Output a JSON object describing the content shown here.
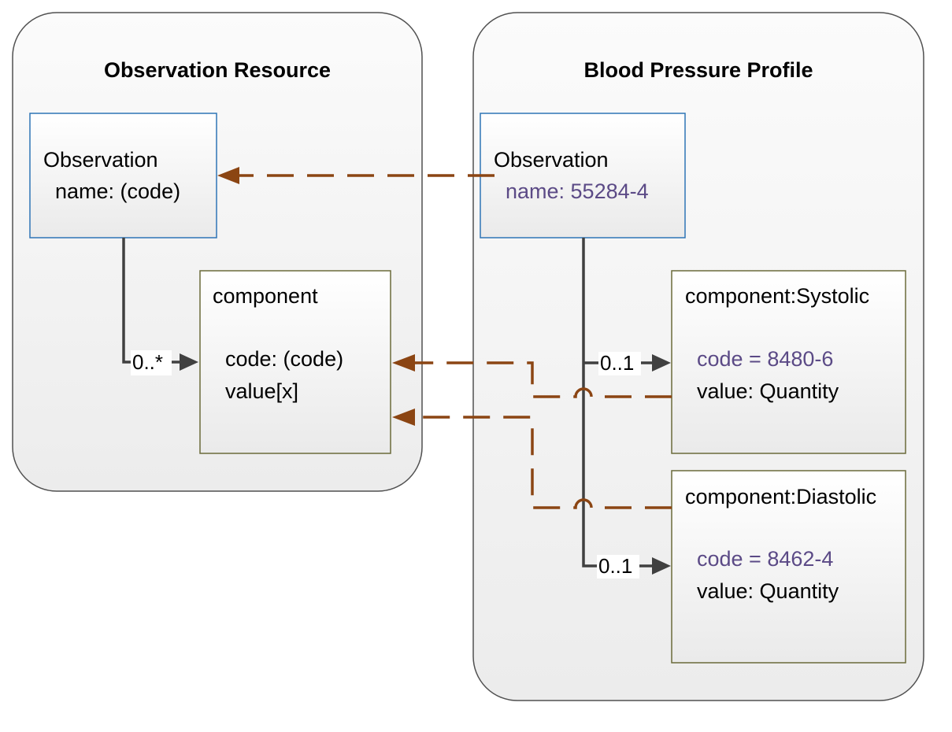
{
  "resource_container": {
    "title": "Observation Resource",
    "observation": {
      "line1": "Observation",
      "line2": "name: (code)"
    },
    "component": {
      "title": "component",
      "line1": "code: (code)",
      "line2": "value[x]"
    },
    "multiplicity": "0..*"
  },
  "profile_container": {
    "title": "Blood Pressure Profile",
    "observation": {
      "line1": "Observation",
      "line2": "name: 55284-4"
    },
    "systolic": {
      "title": "component:Systolic",
      "line1": "code = 8480-6",
      "line2": "value: Quantity"
    },
    "diastolic": {
      "title": "component:Diastolic",
      "line1": "code = 8462-4",
      "line2": "value: Quantity"
    },
    "systolic_multiplicity": "0..1",
    "diastolic_multiplicity": "0..1"
  },
  "colors": {
    "reference_arrow": "#8b4513",
    "containment_line": "#404040",
    "fixed_value_text": "#5b4a86",
    "observation_box_border": "#2e75b6",
    "component_box_border": "#6b6b3a"
  }
}
